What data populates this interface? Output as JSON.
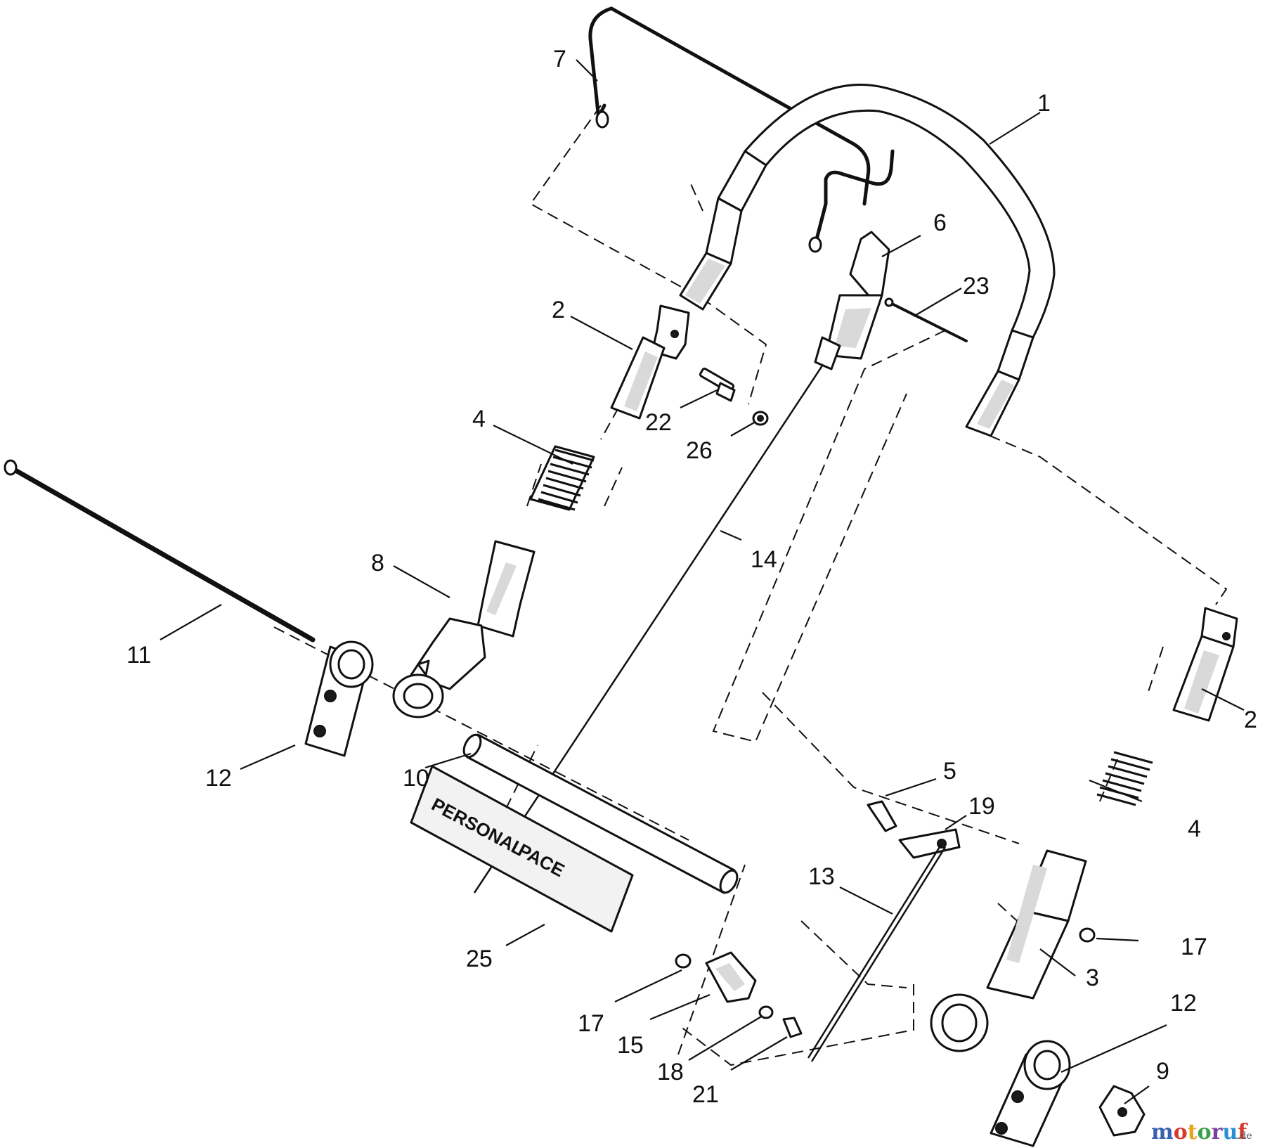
{
  "callouts": [
    {
      "id": "1",
      "label": "1"
    },
    {
      "id": "2a",
      "label": "2"
    },
    {
      "id": "2b",
      "label": "2"
    },
    {
      "id": "3",
      "label": "3"
    },
    {
      "id": "4a",
      "label": "4"
    },
    {
      "id": "4b",
      "label": "4"
    },
    {
      "id": "5",
      "label": "5"
    },
    {
      "id": "6",
      "label": "6"
    },
    {
      "id": "7",
      "label": "7"
    },
    {
      "id": "8",
      "label": "8"
    },
    {
      "id": "9",
      "label": "9"
    },
    {
      "id": "10",
      "label": "10"
    },
    {
      "id": "11",
      "label": "11"
    },
    {
      "id": "12a",
      "label": "12"
    },
    {
      "id": "12b",
      "label": "12"
    },
    {
      "id": "13",
      "label": "13"
    },
    {
      "id": "14",
      "label": "14"
    },
    {
      "id": "15",
      "label": "15"
    },
    {
      "id": "17a",
      "label": "17"
    },
    {
      "id": "17b",
      "label": "17"
    },
    {
      "id": "18",
      "label": "18"
    },
    {
      "id": "19",
      "label": "19"
    },
    {
      "id": "21",
      "label": "21"
    },
    {
      "id": "22",
      "label": "22"
    },
    {
      "id": "23",
      "label": "23"
    },
    {
      "id": "25",
      "label": "25"
    },
    {
      "id": "26",
      "label": "26"
    }
  ],
  "decal": {
    "brand_line1": "PERSONAL",
    "brand_line2": "PACE"
  },
  "watermark": {
    "brand": "motoruf",
    "suffix": ".de",
    "colors": [
      "#3a5fb0",
      "#d8382c",
      "#e8a21c",
      "#3aa14a",
      "#7b3fa0",
      "#2a8fd0",
      "#d8382c"
    ]
  }
}
